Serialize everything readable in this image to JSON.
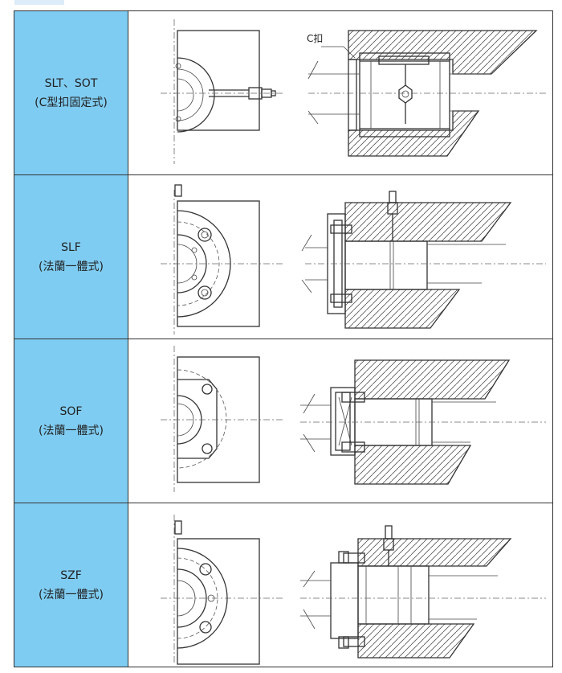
{
  "colors": {
    "label_bg": "#7fccf2",
    "border": "#333333"
  },
  "rows": [
    {
      "name": "SLT、SOT",
      "type": "(C型扣固定式)",
      "callout": "C扣"
    },
    {
      "name": "SLF",
      "type": "(法蘭一體式)"
    },
    {
      "name": "SOF",
      "type": "(法蘭一體式)"
    },
    {
      "name": "SZF",
      "type": "(法蘭一體式)"
    }
  ]
}
